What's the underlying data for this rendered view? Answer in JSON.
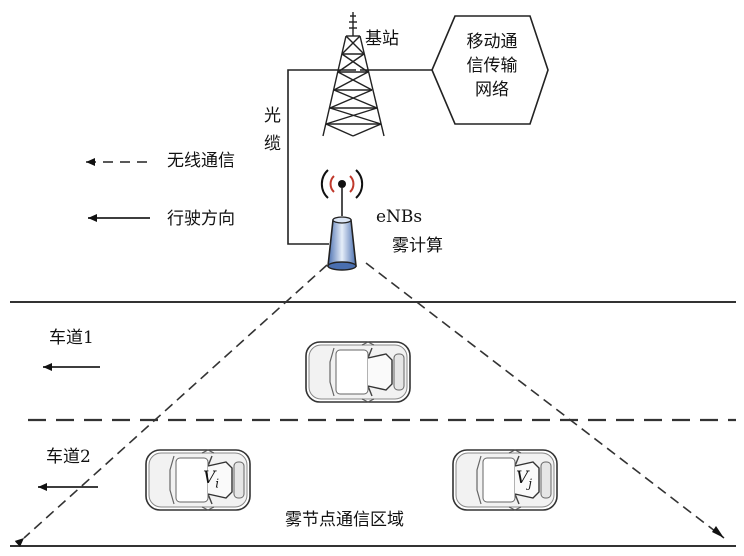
{
  "tower_label": "基站",
  "network_node": {
    "lines": [
      "移动通",
      "信传输",
      "网络"
    ]
  },
  "fiber_label": {
    "line1": "光",
    "line2": "缆"
  },
  "legend": {
    "wireless": "无线通信",
    "direction": "行驶方向"
  },
  "enb": {
    "label": "eNBs",
    "fog": "雾计算"
  },
  "lanes": {
    "lane1": "车道1",
    "lane2": "车道2"
  },
  "vehicles": {
    "vi": {
      "letter": "V",
      "sub": "i"
    },
    "vj": {
      "letter": "V",
      "sub": "j"
    }
  },
  "region_label": "雾节点通信区域"
}
